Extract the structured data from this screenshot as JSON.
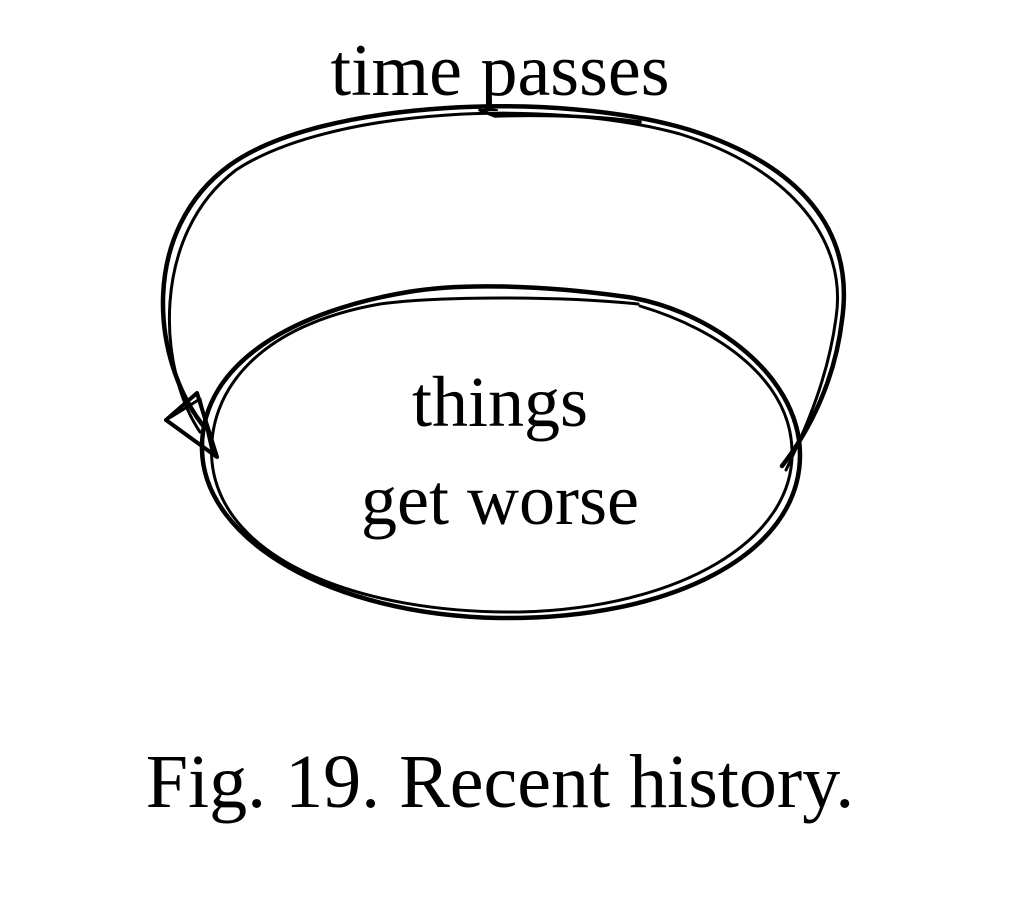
{
  "diagram": {
    "top_label": "time passes",
    "center_label_line1": "things",
    "center_label_line2": "get worse",
    "caption": "Fig. 19. Recent history.",
    "stroke_color": "#000000",
    "background_color": "#ffffff",
    "style": "hand-drawn loop diagram"
  }
}
